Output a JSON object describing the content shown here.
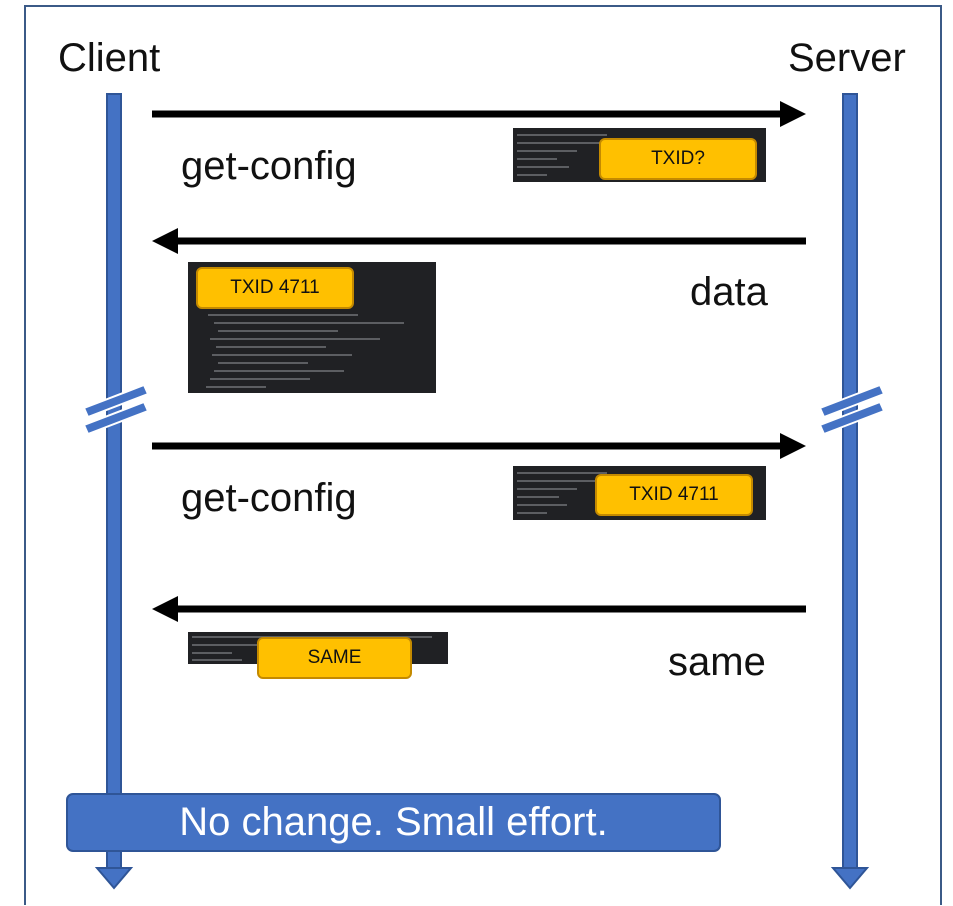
{
  "actors": {
    "client": "Client",
    "server": "Server"
  },
  "messages": [
    {
      "label": "get-config",
      "direction": "client-to-server",
      "tag": "TXID?"
    },
    {
      "label": "data",
      "direction": "server-to-client",
      "tag": "TXID 4711"
    },
    {
      "label": "get-config",
      "direction": "client-to-server",
      "tag": "TXID 4711"
    },
    {
      "label": "same",
      "direction": "server-to-client",
      "tag": "SAME"
    }
  ],
  "summary": "No change. Small effort.",
  "colors": {
    "lifeline": "#4472c4",
    "tag": "#ffc000",
    "arrow": "#000000",
    "summary": "#4472c4"
  }
}
